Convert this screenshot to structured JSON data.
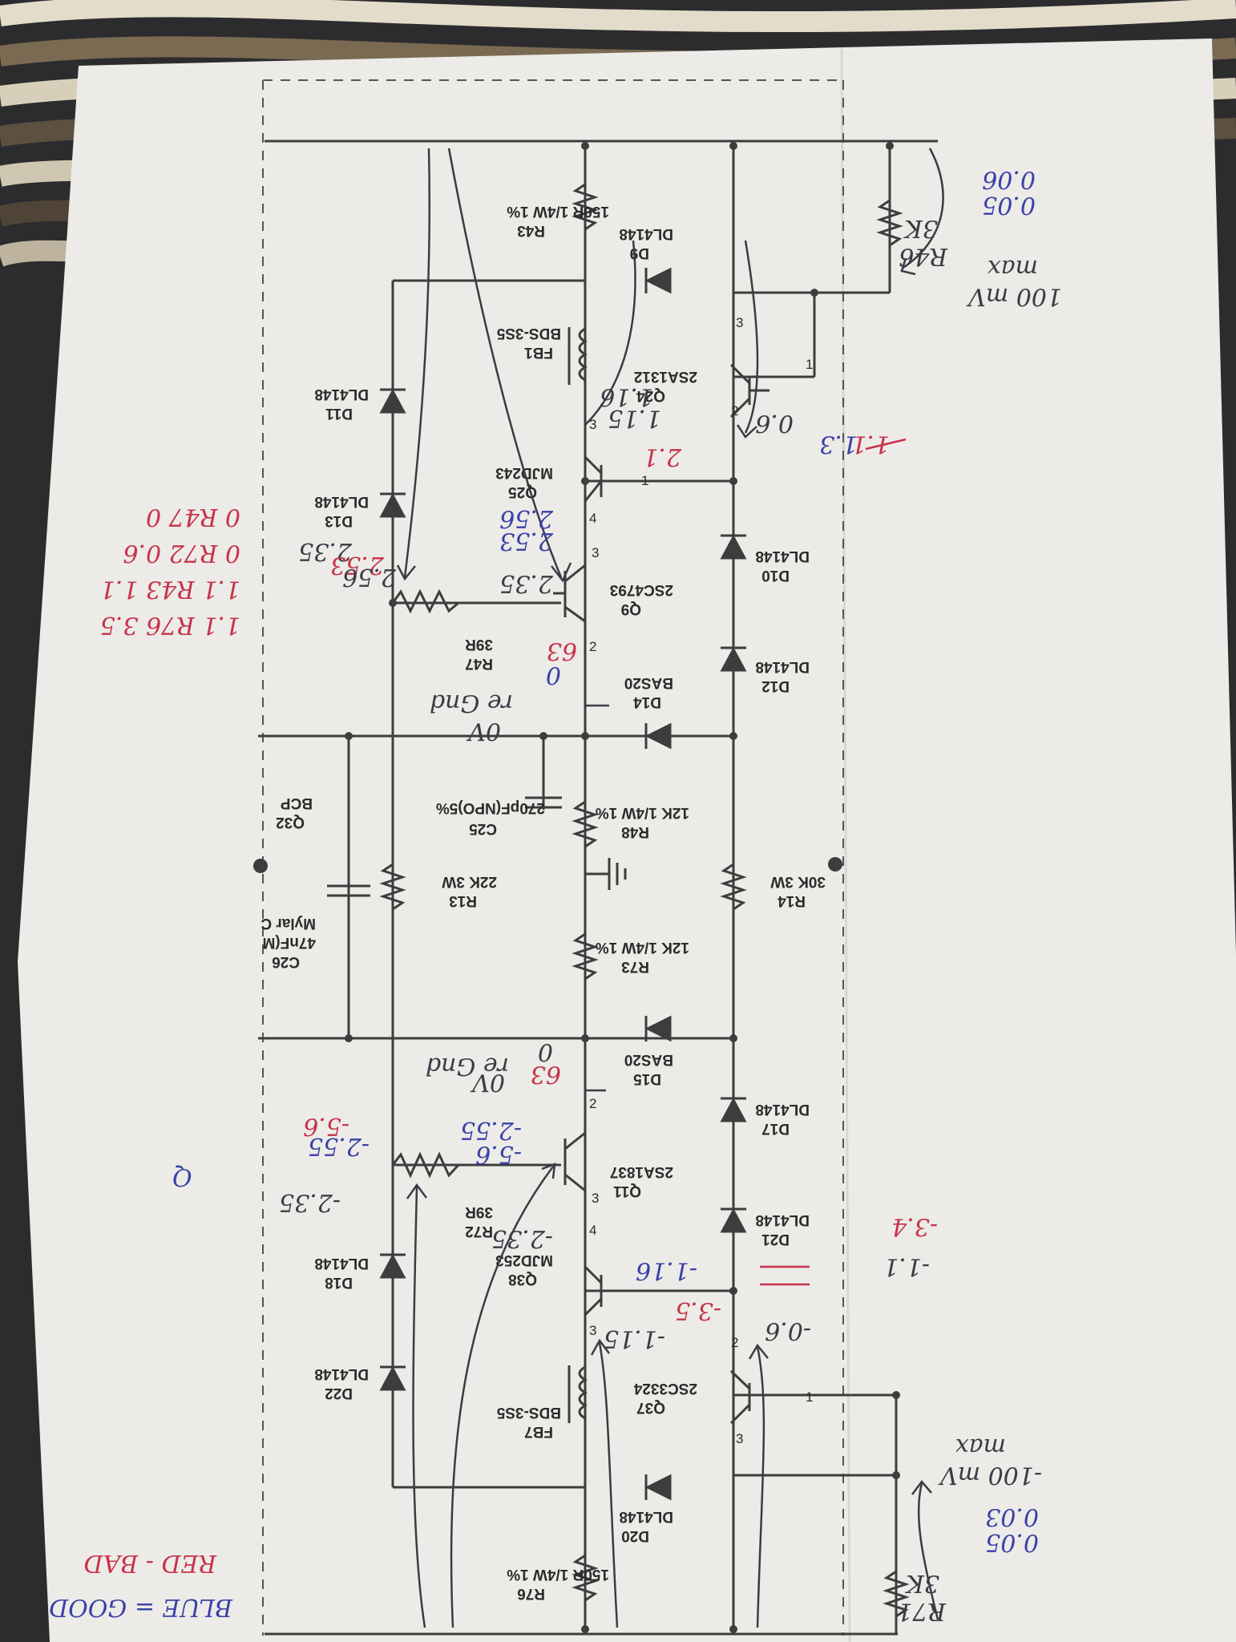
{
  "components": {
    "r43": {
      "ref": "R43",
      "value": "150R 1/4W 1%"
    },
    "d9": {
      "ref": "D9",
      "value": "DL4148"
    },
    "r46": {
      "ref": "R46",
      "value": "3K"
    },
    "fb1": {
      "ref": "FB1",
      "value": "BDS-3S5"
    },
    "q24": {
      "ref": "Q24",
      "value": "2SA1312"
    },
    "d11": {
      "ref": "D11",
      "value": "DL4148"
    },
    "q25": {
      "ref": "Q25",
      "value": "MJD243"
    },
    "d13": {
      "ref": "D13",
      "value": "DL4148"
    },
    "d10": {
      "ref": "D10",
      "value": "DL4148"
    },
    "q9": {
      "ref": "Q9",
      "value": "2SC4793"
    },
    "r47": {
      "ref": "R47",
      "value": "39R"
    },
    "d12": {
      "ref": "D12",
      "value": "DL4148"
    },
    "d14": {
      "ref": "D14",
      "value": "BAS20"
    },
    "r48": {
      "ref": "R48",
      "value": "12K 1/4W 1%"
    },
    "c25": {
      "ref": "C25",
      "value": "270pF(NPO)5%"
    },
    "q32": {
      "ref": "Q32",
      "value": "BCP"
    },
    "r13": {
      "ref": "R13",
      "value": "22K 3W"
    },
    "r14": {
      "ref": "R14",
      "value": "30K 3W"
    },
    "c26": {
      "ref": "C26",
      "value": "47nF(M",
      "value2": "Mylar C"
    },
    "r73": {
      "ref": "R73",
      "value": "12K 1/4W 1%"
    },
    "d15": {
      "ref": "D15",
      "value": "BAS20"
    },
    "d17": {
      "ref": "D17",
      "value": "DL4148"
    },
    "q11": {
      "ref": "Q11",
      "value": "2SA1837"
    },
    "r72": {
      "ref": "R72",
      "value": "39R"
    },
    "d21": {
      "ref": "D21",
      "value": "DL4148"
    },
    "d18": {
      "ref": "D18",
      "value": "DL4148"
    },
    "q38": {
      "ref": "Q38",
      "value": "MJD253"
    },
    "q37": {
      "ref": "Q37",
      "value": "2SC3324"
    },
    "d22": {
      "ref": "D22",
      "value": "DL4148"
    },
    "fb7": {
      "ref": "FB7",
      "value": "BDS-3S5"
    },
    "d20": {
      "ref": "D20",
      "value": "DL4148"
    },
    "r76": {
      "ref": "R76",
      "value": "150R 1/4W 1%"
    },
    "r71": {
      "ref": "R71",
      "value": "3K"
    }
  },
  "pins": {
    "one": "1",
    "two": "2",
    "three": "3",
    "four": "4"
  },
  "annotations": {
    "max_pos": "100 mV",
    "max_pos_2": "max",
    "r46_reading_1": "0.05",
    "r46_reading_2": "0.06",
    "q24_b": "0.6",
    "q24_b_red": "1.1",
    "q24_b_blue": "1.3",
    "q24_e1": "1.15",
    "q24_e2": "1.16",
    "q25_red": "2.1",
    "q25_e1": "2.53",
    "q25_e2": "2.56",
    "q9_e": "2.35",
    "node_a": "2.35",
    "node_b": "2.53",
    "node_c": "2.56",
    "q9_b": "0",
    "q9_b2": "63",
    "gnd_pos": "0V",
    "gnd_pos_2": "re Gnd",
    "r76_line": "1.1 R76 3.5",
    "r43_line": "1.1 R43 1.1",
    "r72_line": "0 R72 0.6",
    "r47_line": "0 R47 0",
    "gnd_neg": "0V",
    "gnd_neg_2": "re Gnd",
    "q11_b": "63",
    "q11_b2": "0",
    "q11_e1": "-5.6",
    "q11_e2": "-2.55",
    "neg_a": "-5.6",
    "neg_b": "-2.55",
    "neg_c": "-2.35",
    "q38_e": "-2.35",
    "q38_b": "-1.16",
    "q37_e": "-1.15",
    "q37_e_red": "-3.5",
    "q37_b": "-0.6",
    "neg_left_1": "-3.4",
    "neg_left_2": "-1.1",
    "max_neg": "-100 mV",
    "max_neg_2": "max",
    "r71_reading_1": "0.05",
    "r71_reading_2": "0.03",
    "circled": "Q",
    "legend_red": "RED - BAD",
    "legend_blue": "BLUE = GOOD"
  }
}
